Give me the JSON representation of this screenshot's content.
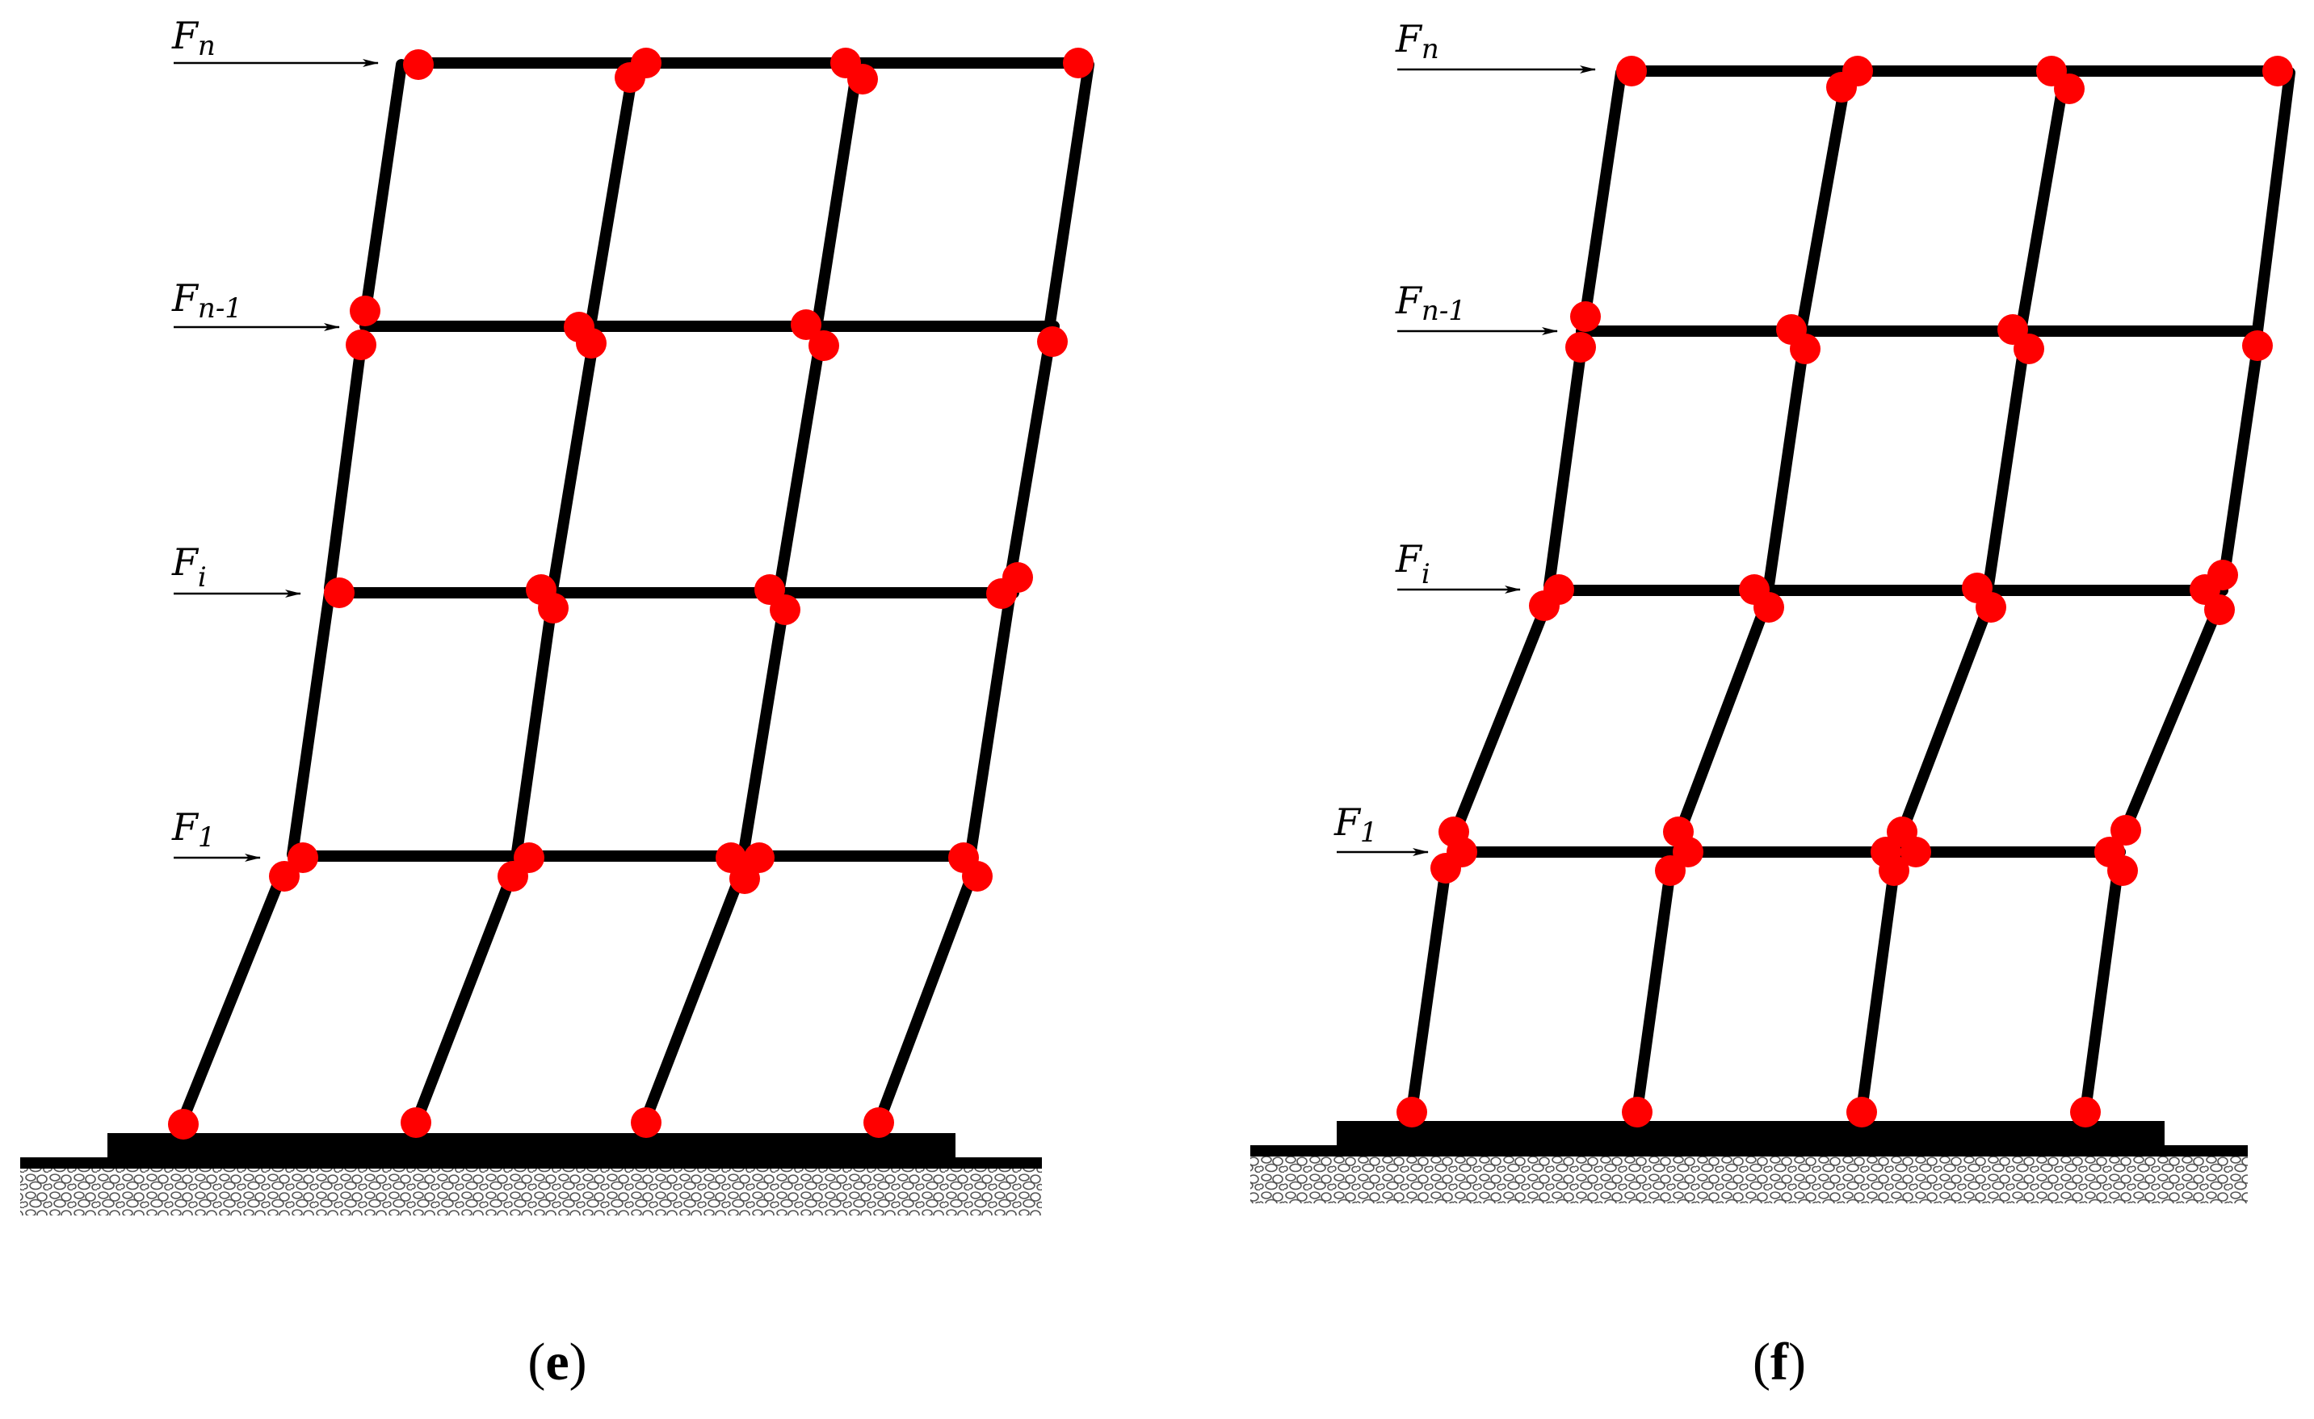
{
  "figure": {
    "panels": [
      {
        "id": "e",
        "caption_open": "(",
        "caption_letter": "e",
        "caption_close": ")",
        "force_labels": [
          {
            "base": "F",
            "sub": "n"
          },
          {
            "base": "F",
            "sub": "n-1"
          },
          {
            "base": "F",
            "sub": "i"
          },
          {
            "base": "F",
            "sub": "1"
          }
        ]
      },
      {
        "id": "f",
        "caption_open": "(",
        "caption_letter": "f",
        "caption_close": ")",
        "force_labels": [
          {
            "base": "F",
            "sub": "n"
          },
          {
            "base": "F",
            "sub": "n-1"
          },
          {
            "base": "F",
            "sub": "i"
          },
          {
            "base": "F",
            "sub": "1"
          }
        ]
      }
    ],
    "colors": {
      "frame": "#000000",
      "hinge": "#ff0000",
      "soil": "#555555",
      "background": "#ffffff"
    },
    "icons": {
      "hinge": "plastic-hinge-dot",
      "load": "lateral-load-arrow",
      "ground": "soil-hatch"
    }
  }
}
